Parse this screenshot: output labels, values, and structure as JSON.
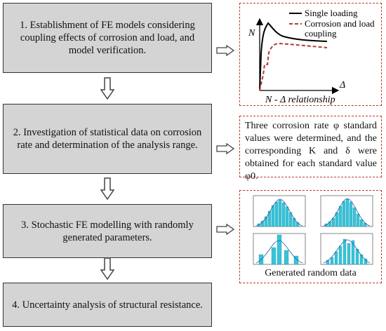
{
  "steps": [
    {
      "label": "1. Establishment of FE models considering coupling effects of corrosion and load, and model verification."
    },
    {
      "label": "2. Investigation of statistical data on corrosion rate and determination of the analysis range."
    },
    {
      "label": "3. Stochastic FE modelling with randomly generated parameters."
    },
    {
      "label": "4. Uncertainty analysis of structural resistance."
    }
  ],
  "panel1": {
    "legend_single": "Single loading",
    "legend_coupled_1": "Corrosion and load",
    "legend_coupled_2": "coupling",
    "y_axis": "N",
    "x_axis": "Δ",
    "caption": "N - Δ relationship",
    "colors": {
      "single": "#000000",
      "coupled": "#b03a2e"
    }
  },
  "panel2": {
    "text": "Three corrosion rate φ standard values were determined, and the corresponding K and δ were obtained for each standard value φ0."
  },
  "panel3": {
    "caption": "Generated random data",
    "bar_color": "#37c3d9"
  },
  "colors": {
    "step_fill": "#d4d4d4",
    "panel_border": "#c0392b"
  }
}
